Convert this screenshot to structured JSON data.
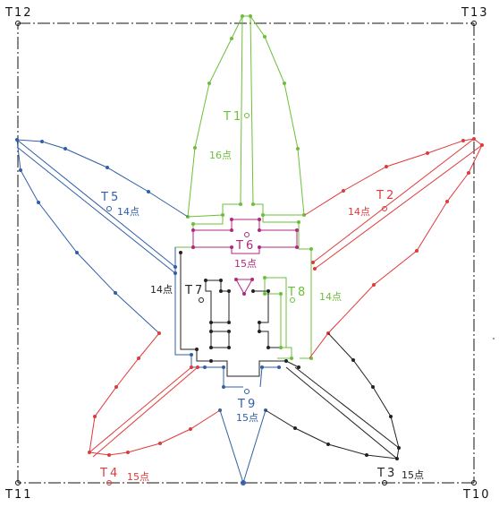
{
  "corners": {
    "tl": "T12",
    "tr": "T13",
    "bl": "T11",
    "br": "T10"
  },
  "colors": {
    "green": "#6cbf3a",
    "red": "#e03a3a",
    "blue": "#2f5fa8",
    "magenta": "#b0287e",
    "black": "#222222",
    "frame": "#111111"
  },
  "targets": [
    {
      "id": "t1",
      "label": "T1",
      "count": "16点",
      "color": "green"
    },
    {
      "id": "t2",
      "label": "T2",
      "count": "14点",
      "color": "red"
    },
    {
      "id": "t3",
      "label": "T3",
      "count": "15点",
      "color": "black"
    },
    {
      "id": "t4",
      "label": "T4",
      "count": "15点",
      "color": "red"
    },
    {
      "id": "t5",
      "label": "T5",
      "count": "14点",
      "color": "blue"
    },
    {
      "id": "t6",
      "label": "T6",
      "count": "15点",
      "color": "magenta"
    },
    {
      "id": "t7",
      "label": "T7",
      "count": "14点",
      "color": "black"
    },
    {
      "id": "t8",
      "label": "T8",
      "count": "14点",
      "color": "green"
    },
    {
      "id": "t9",
      "label": "T9",
      "count": "15点",
      "color": "blue"
    }
  ]
}
